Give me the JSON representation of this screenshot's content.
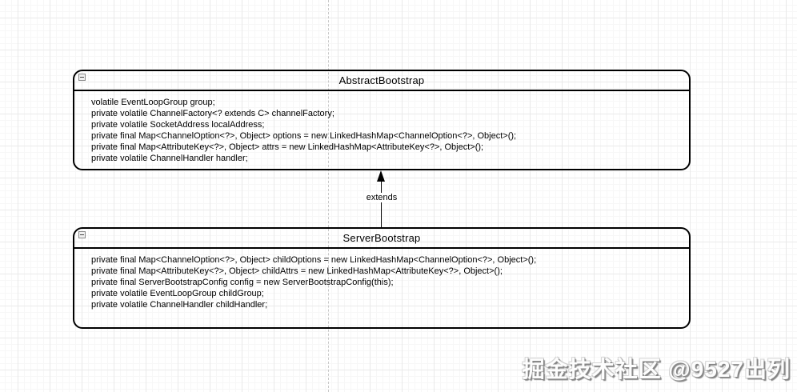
{
  "diagram": {
    "classes": [
      {
        "name": "AbstractBootstrap",
        "fields": [
          "volatile EventLoopGroup group;",
          "private volatile ChannelFactory<? extends C> channelFactory;",
          "private volatile SocketAddress localAddress;",
          "private final Map<ChannelOption<?>, Object> options = new LinkedHashMap<ChannelOption<?>, Object>();",
          "private final Map<AttributeKey<?>, Object> attrs = new LinkedHashMap<AttributeKey<?>, Object>();",
          "private volatile ChannelHandler handler;"
        ]
      },
      {
        "name": "ServerBootstrap",
        "fields": [
          "private final Map<ChannelOption<?>, Object> childOptions = new LinkedHashMap<ChannelOption<?>, Object>();",
          "private final Map<AttributeKey<?>, Object> childAttrs = new LinkedHashMap<AttributeKey<?>, Object>();",
          "private final ServerBootstrapConfig config = new ServerBootstrapConfig(this);",
          "private volatile EventLoopGroup childGroup;",
          "private volatile ChannelHandler childHandler;"
        ]
      }
    ],
    "relation": {
      "label": "extends",
      "type": "generalization-arrow-up"
    },
    "watermark": "掘金技术社区 @9527出列",
    "colors": {
      "shape_border": "#000000",
      "grid_major": "#e9e9e9",
      "grid_minor": "#f7f7f7",
      "page_break": "#c9c9c9",
      "watermark_shadow": "#858585"
    }
  }
}
